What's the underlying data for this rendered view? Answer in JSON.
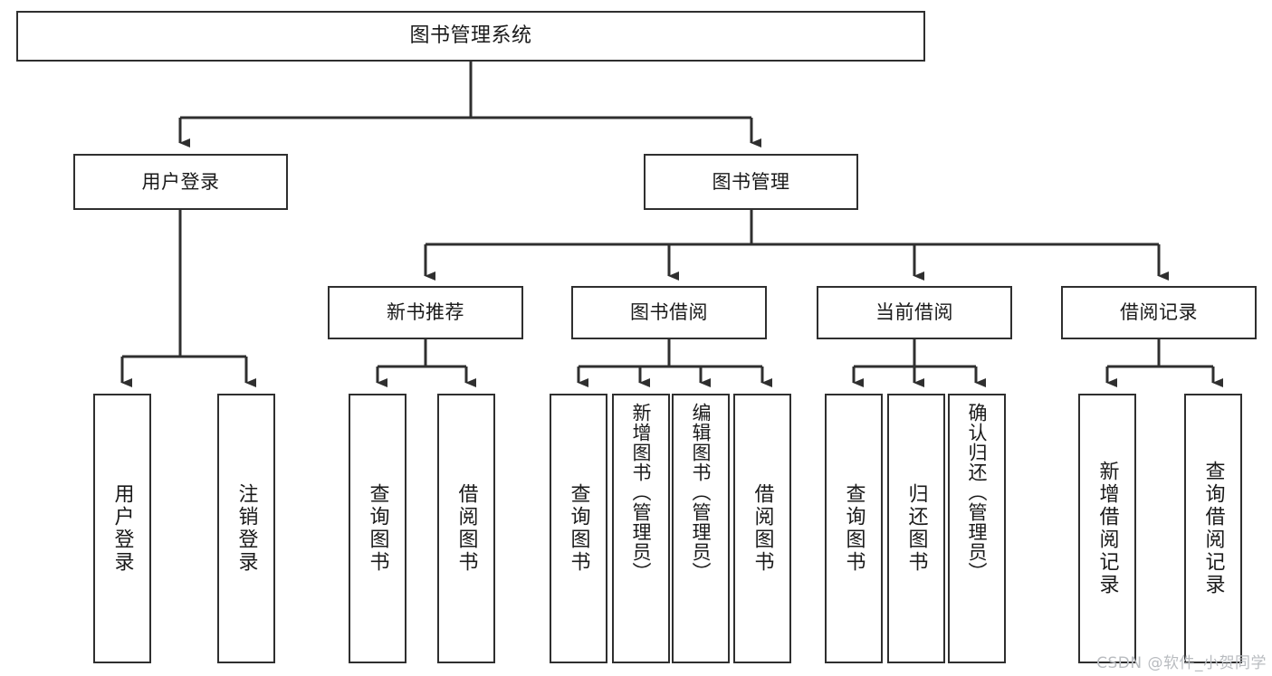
{
  "diagram": {
    "title": "图书管理系统",
    "type": "tree",
    "root": {
      "id": "root",
      "label": "图书管理系统"
    },
    "level2": [
      {
        "id": "user-login",
        "label": "用户登录"
      },
      {
        "id": "book-manage",
        "label": "图书管理"
      }
    ],
    "level3": [
      {
        "id": "new-book-recommend",
        "label": "新书推荐",
        "parent": "book-manage"
      },
      {
        "id": "book-borrow",
        "label": "图书借阅",
        "parent": "book-manage"
      },
      {
        "id": "current-borrow",
        "label": "当前借阅",
        "parent": "book-manage"
      },
      {
        "id": "borrow-record",
        "label": "借阅记录",
        "parent": "book-manage"
      }
    ],
    "leaves": [
      {
        "id": "leaf-user-login",
        "label": "用户登录",
        "parent": "user-login"
      },
      {
        "id": "leaf-logout-login",
        "label": "注销登录",
        "parent": "user-login"
      },
      {
        "id": "leaf-query-book-1",
        "label": "查询图书",
        "parent": "new-book-recommend"
      },
      {
        "id": "leaf-borrow-book-1",
        "label": "借阅图书",
        "parent": "new-book-recommend"
      },
      {
        "id": "leaf-query-book-2",
        "label": "查询图书",
        "parent": "book-borrow"
      },
      {
        "id": "leaf-add-book",
        "label": "新增图书（管理员）",
        "parent": "book-borrow"
      },
      {
        "id": "leaf-edit-book",
        "label": "编辑图书（管理员）",
        "parent": "book-borrow"
      },
      {
        "id": "leaf-borrow-book-2",
        "label": "借阅图书",
        "parent": "book-borrow"
      },
      {
        "id": "leaf-query-book-3",
        "label": "查询图书",
        "parent": "current-borrow"
      },
      {
        "id": "leaf-return-book",
        "label": "归还图书",
        "parent": "current-borrow"
      },
      {
        "id": "leaf-confirm-return",
        "label": "确认归还（管理员）",
        "parent": "current-borrow"
      },
      {
        "id": "leaf-add-record",
        "label": "新增借阅记录",
        "parent": "borrow-record"
      },
      {
        "id": "leaf-query-record",
        "label": "查询借阅记录",
        "parent": "borrow-record"
      }
    ],
    "colors": {
      "border": "#2f2f2f",
      "fill": "#ffffff",
      "text": "#1a1a1a",
      "connector": "#2f2f2f",
      "watermark": "#b9bcc0"
    }
  },
  "watermark": {
    "text": "CSDN @软件_小贺同学"
  }
}
